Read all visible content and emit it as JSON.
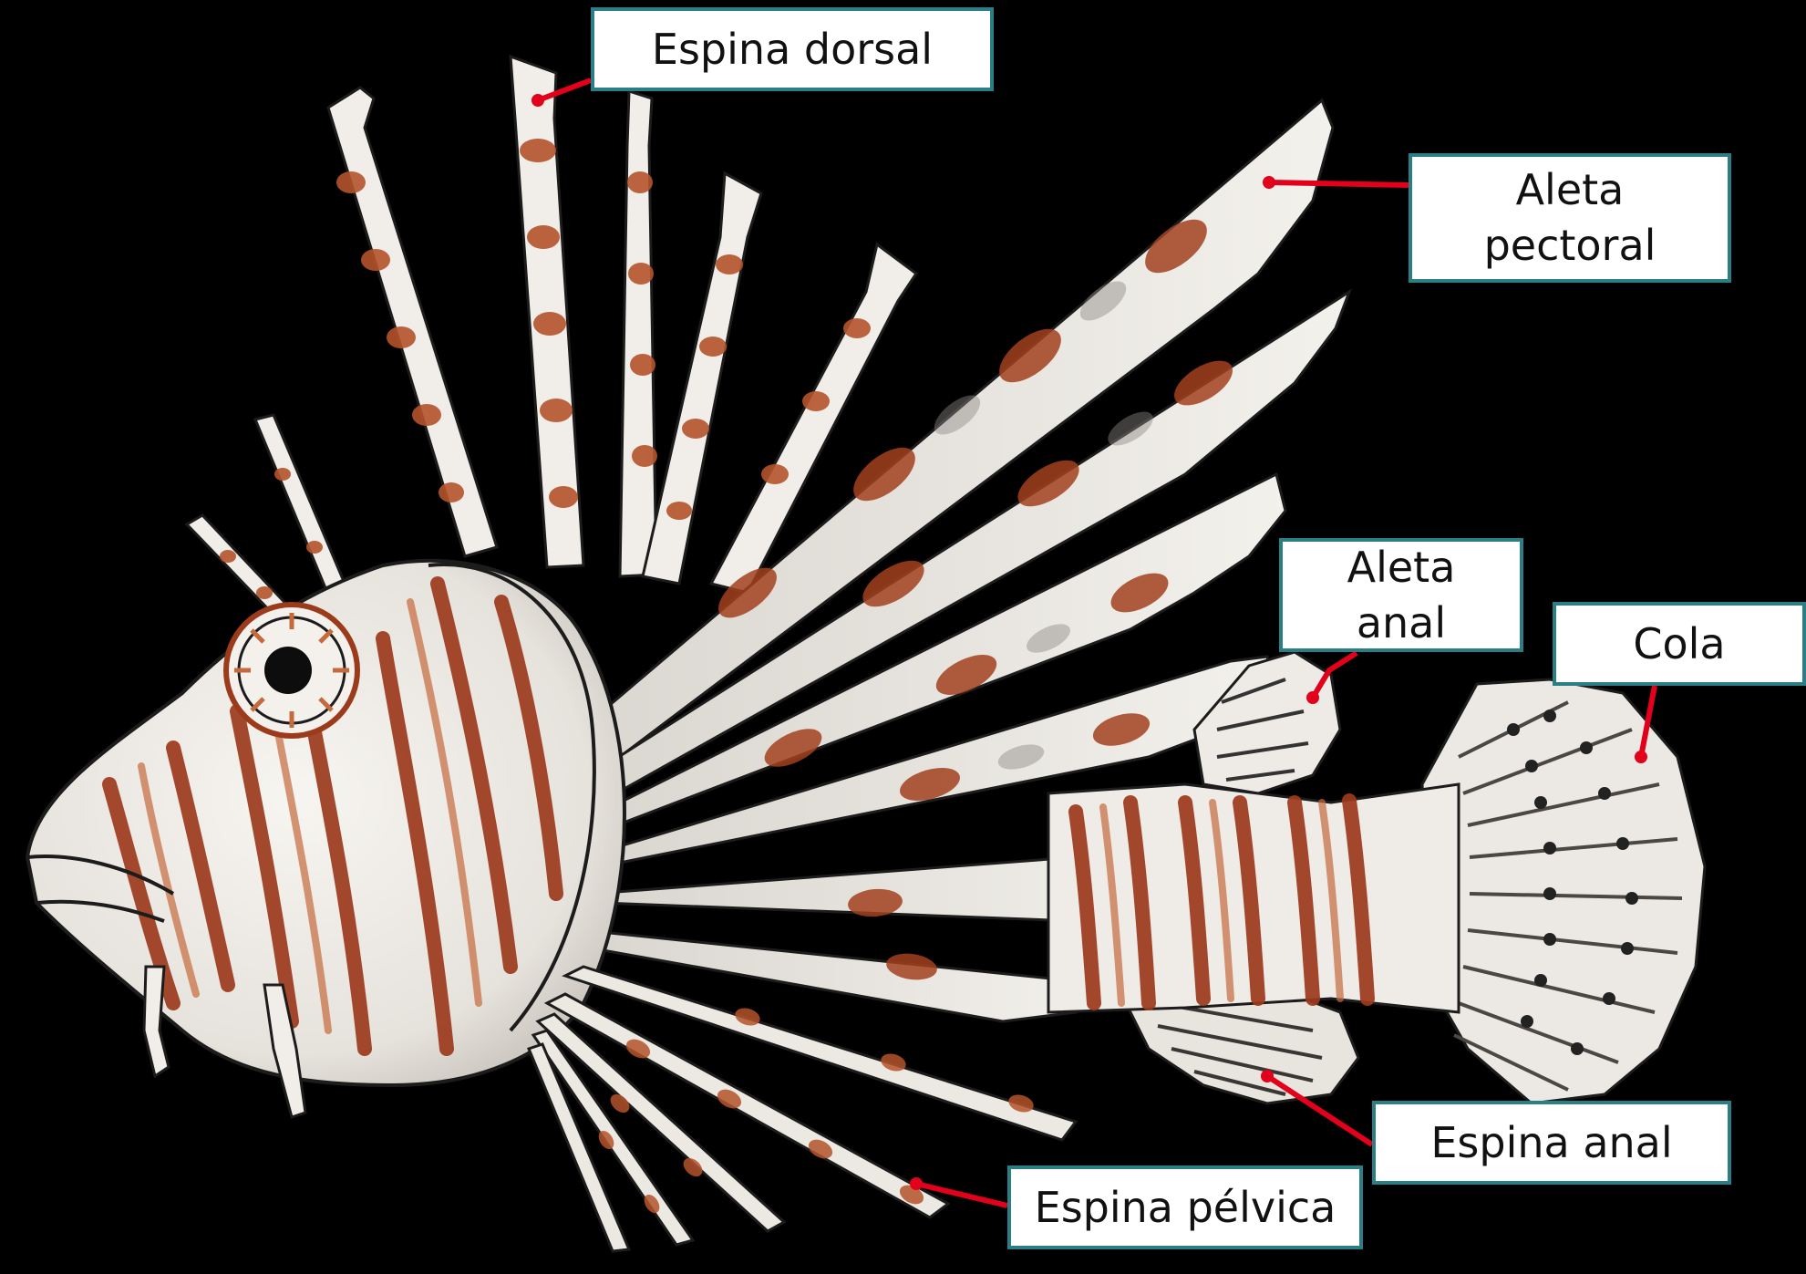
{
  "labels": {
    "dorsal_spine": "Espina dorsal",
    "pectoral_fin": "Aleta\npectoral",
    "anal_fin": "Aleta\nanal",
    "tail": "Cola",
    "anal_spine": "Espina anal",
    "pelvic_spine": "Espina pélvica"
  },
  "colors": {
    "background": "#000000",
    "label_border": "#2a7f86",
    "leader_line": "#e3001b",
    "stripe": "#9c3a1c",
    "stripe_light": "#c46a3c",
    "body": "#f2efea",
    "outline": "#1c1c1c",
    "shade": "#8d8a86"
  }
}
